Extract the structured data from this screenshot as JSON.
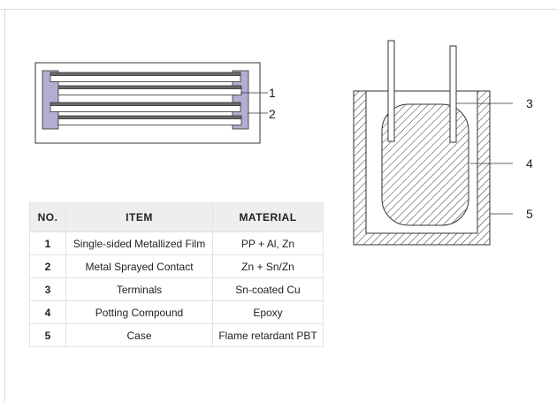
{
  "callouts": {
    "film": "1",
    "contact": "2",
    "terminals": "3",
    "potting": "4",
    "case": "5"
  },
  "table": {
    "headers": [
      "NO.",
      "ITEM",
      "MATERIAL"
    ],
    "rows": [
      {
        "no": "1",
        "item": "Single-sided Metallized Film",
        "material": "PP + Al, Zn"
      },
      {
        "no": "2",
        "item": "Metal Sprayed Contact",
        "material": "Zn +  Sn/Zn"
      },
      {
        "no": "3",
        "item": "Terminals",
        "material": "Sn-coated Cu"
      },
      {
        "no": "4",
        "item": "Potting Compound",
        "material": "Epoxy"
      },
      {
        "no": "5",
        "item": "Case",
        "material": "Flame retardant PBT"
      }
    ]
  },
  "colors": {
    "contact_fill": "#b0aed3",
    "line": "#333333"
  }
}
